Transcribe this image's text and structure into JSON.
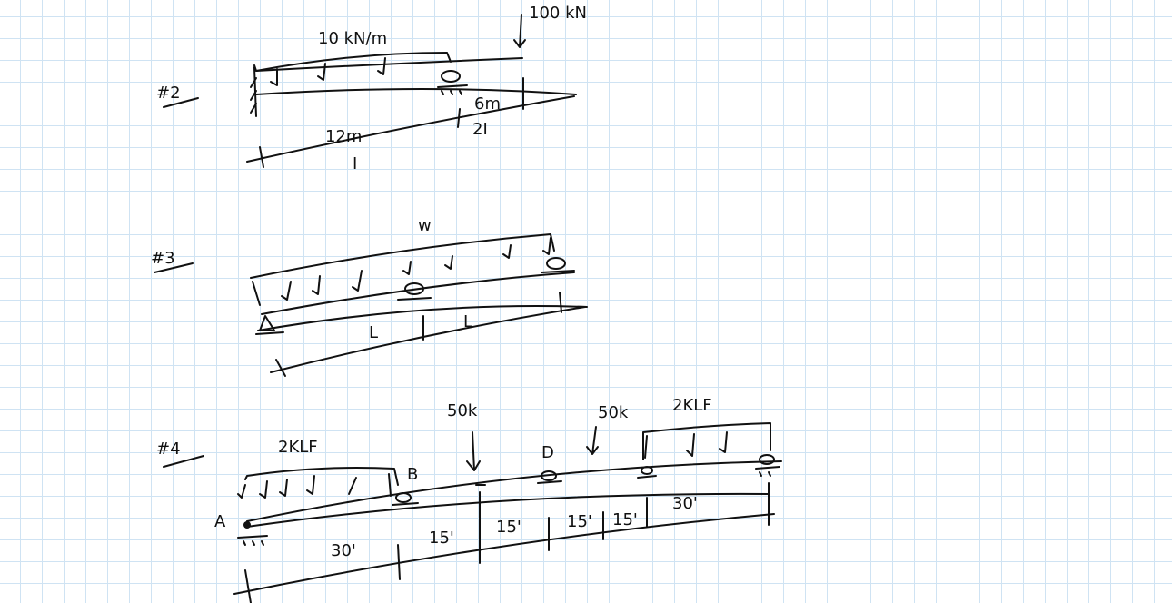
{
  "problems": [
    {
      "id": "p2",
      "number": "#2",
      "distributed_load": "10 kN/m",
      "point_load": "100 kN",
      "spans": [
        {
          "length": "12m",
          "stiffness": "I"
        },
        {
          "length": "6m",
          "stiffness": "2I"
        }
      ]
    },
    {
      "id": "p3",
      "number": "#3",
      "distributed_load": "w",
      "spans": [
        {
          "length": "L"
        },
        {
          "length": "L"
        }
      ]
    },
    {
      "id": "p4",
      "number": "#4",
      "distributed_load_left": "2KLF",
      "point_load_1": "50k",
      "point_load_2": "50k",
      "distributed_load_right": "2KLF",
      "nodes": [
        "A",
        "B",
        "D"
      ],
      "dimensions": [
        "30'",
        "15'",
        "15'",
        "15'",
        "15'",
        "30'"
      ]
    }
  ]
}
